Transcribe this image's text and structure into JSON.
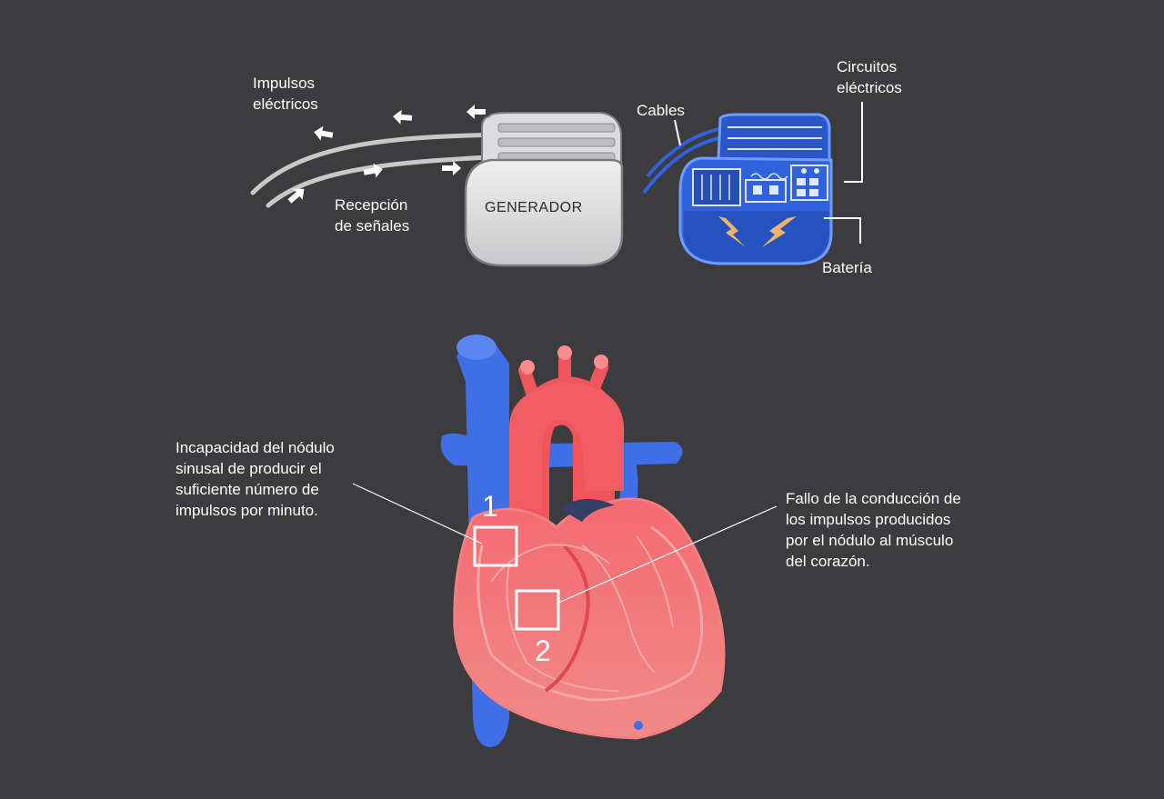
{
  "labels": {
    "impulsos_l1": "Impulsos",
    "impulsos_l2": "eléctricos",
    "recepcion_l1": "Recepción",
    "recepcion_l2": "de señales",
    "generador": "GENERADOR",
    "cables": "Cables",
    "circuitos_l1": "Circuitos",
    "circuitos_l2": "eléctricos",
    "bateria": "Batería"
  },
  "annotations": {
    "left_l1": "Incapacidad del nódulo",
    "left_l2": "sinusal de producir el",
    "left_l3": "suficiente número de",
    "left_l4": "impulsos por minuto.",
    "right_l1": "Fallo de la conducción de",
    "right_l2": "los impulsos producidos",
    "right_l3": "por el nódulo al músculo",
    "right_l4": "del corazón."
  },
  "markers": {
    "one": "1",
    "two": "2"
  },
  "colors": {
    "background": "#3c3c3e",
    "heart_red": "#f0666c",
    "vessel_blue": "#3f6fe6",
    "generator_gray": "#d6d6d8",
    "circuit_blue": "#2f62dc",
    "spark_orange": "#f2b06a"
  },
  "icons": [
    "arrow-icon",
    "spark-icon"
  ]
}
